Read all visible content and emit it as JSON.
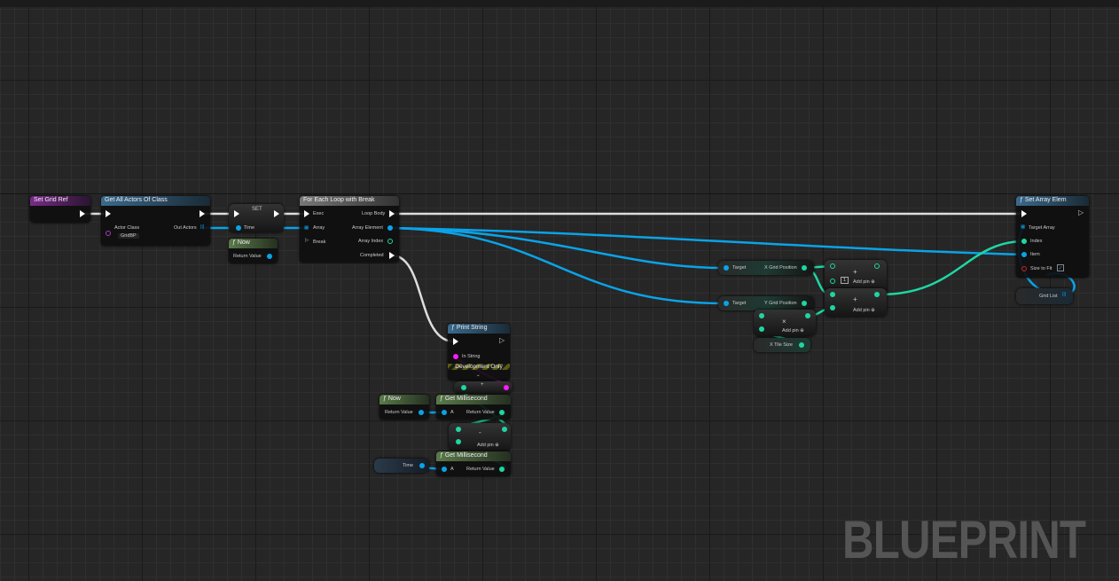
{
  "nodes": {
    "set_grid_ref": {
      "title": "Set Grid Ref"
    },
    "get_all_actors": {
      "title": "Get All Actors Of Class",
      "actor_class_label": "Actor Class",
      "actor_class_value": "GridBP",
      "out_actors": "Out Actors"
    },
    "set": {
      "title": "SET",
      "time": "Time"
    },
    "now1": {
      "title": "Now",
      "return_value": "Return Value"
    },
    "for_each": {
      "title": "For Each Loop with Break",
      "exec": "Exec",
      "array": "Array",
      "break": "Break",
      "loop_body": "Loop Body",
      "array_element": "Array Element",
      "array_index": "Array Index",
      "completed": "Completed"
    },
    "print_string": {
      "title": "Print String",
      "in_string": "In String",
      "dev_only": "Development Only"
    },
    "append": {
      "op": "+"
    },
    "now2": {
      "title": "Now",
      "return_value": "Return Value"
    },
    "get_ms1": {
      "title": "Get Millisecond",
      "a": "A",
      "return_value": "Return Value"
    },
    "subtract": {
      "op": "-",
      "add_pin": "Add pin"
    },
    "time_var": {
      "label": "Time"
    },
    "get_ms2": {
      "title": "Get Millisecond",
      "a": "A",
      "return_value": "Return Value"
    },
    "x_grid": {
      "target": "Target",
      "label": "X Grid Position"
    },
    "y_grid": {
      "target": "Target",
      "label": "Y Grid Position"
    },
    "add1": {
      "op": "+",
      "add_pin": "Add pin",
      "value": "1"
    },
    "add2": {
      "op": "+",
      "add_pin": "Add pin"
    },
    "multiply": {
      "op": "×",
      "add_pin": "Add pin"
    },
    "x_tile": {
      "label": "X Tile Size"
    },
    "set_array_elem": {
      "title": "Set Array Elem",
      "target_array": "Target Array",
      "index": "Index",
      "item": "Item",
      "size_to_fit": "Size to Fit"
    },
    "grid_list": {
      "label": "Grid List"
    }
  },
  "watermark": "BLUEPRINT",
  "colors": {
    "exec": "#ffffff",
    "object": "#0aa3e8",
    "int": "#1fd6a2",
    "string": "#ff1aff",
    "purple": "#7a2a8a"
  }
}
